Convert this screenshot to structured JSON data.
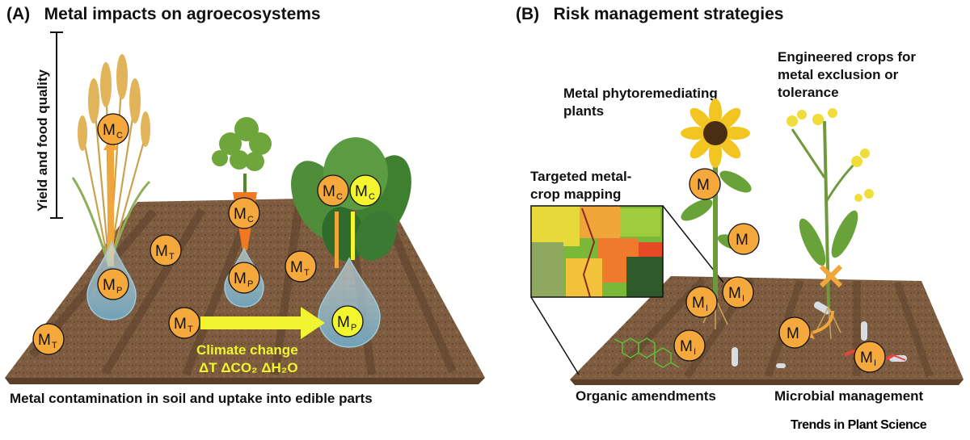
{
  "panel_a": {
    "title": "(A)   Metal impacts on agroecosystems",
    "axis_label": "Yield and food quality",
    "bottom_caption": "Metal contamination in soil and uptake into edible parts",
    "climate_line1": "Climate change",
    "climate_line2": "ΔT ΔCO₂ ΔH₂O",
    "markers": {
      "crop": {
        "letter": "M",
        "sub": "C"
      },
      "plant": {
        "letter": "M",
        "sub": "P"
      },
      "total": {
        "letter": "M",
        "sub": "T"
      }
    }
  },
  "panel_b": {
    "title": "(B)   Risk management strategies",
    "phyto_line1": "Metal phytoremediating",
    "phyto_line2": "plants",
    "eng_line1": "Engineered crops for",
    "eng_line2": "metal exclusion or",
    "eng_line3": "tolerance",
    "map_line1": "Targeted metal-",
    "map_line2": "crop mapping",
    "organic": "Organic amendments",
    "microbial": "Microbial management",
    "markers": {
      "metal": {
        "letter": "M",
        "sub": ""
      },
      "immobilized": {
        "letter": "M",
        "sub": "I"
      }
    }
  },
  "journal": "Trends in Plant Science",
  "colors": {
    "marker_orange": "#f5a93c",
    "marker_yellow": "#f3f52f",
    "soil": "#7a5a3e",
    "drop": "#8fc3d8",
    "arrow_yellow": "#f1f531"
  }
}
